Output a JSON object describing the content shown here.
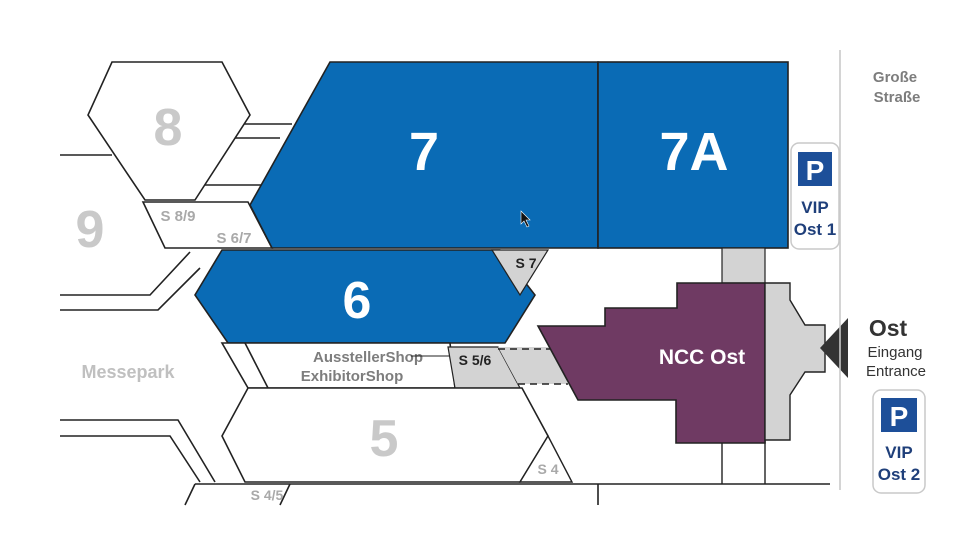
{
  "colors": {
    "hall_blue": "#0a6bb5",
    "ncc_purple": "#6f3a63",
    "connector_grey": "#d3d3d3",
    "outline": "#222222",
    "label_grey": "#c9c9c9",
    "parking_blue": "#1d4f99"
  },
  "halls": {
    "h8": "8",
    "h9": "9",
    "h7": "7",
    "h7a": "7A",
    "h6": "6",
    "h5": "5",
    "ncc": "NCC Ost"
  },
  "connectors": {
    "s89": "S 8/9",
    "s67": "S 6/7",
    "s7": "S 7",
    "s56": "S 5/6",
    "s4": "S 4",
    "s45": "S 4/5"
  },
  "shop": {
    "line1": "AusstellerShop",
    "line2": "ExhibitorShop"
  },
  "areas": {
    "messepark": "Messepark",
    "street_line1": "Große",
    "street_line2": "Straße"
  },
  "entrance": {
    "title": "Ost",
    "line1": "Eingang",
    "line2": "Entrance",
    "icon": "arrow-left-icon"
  },
  "parking": [
    {
      "icon": "parking-icon",
      "letter": "P",
      "line1": "VIP",
      "line2": "Ost 1"
    },
    {
      "icon": "parking-icon",
      "letter": "P",
      "line1": "VIP",
      "line2": "Ost 2"
    }
  ],
  "cursor": {
    "icon": "mouse-pointer-icon"
  }
}
